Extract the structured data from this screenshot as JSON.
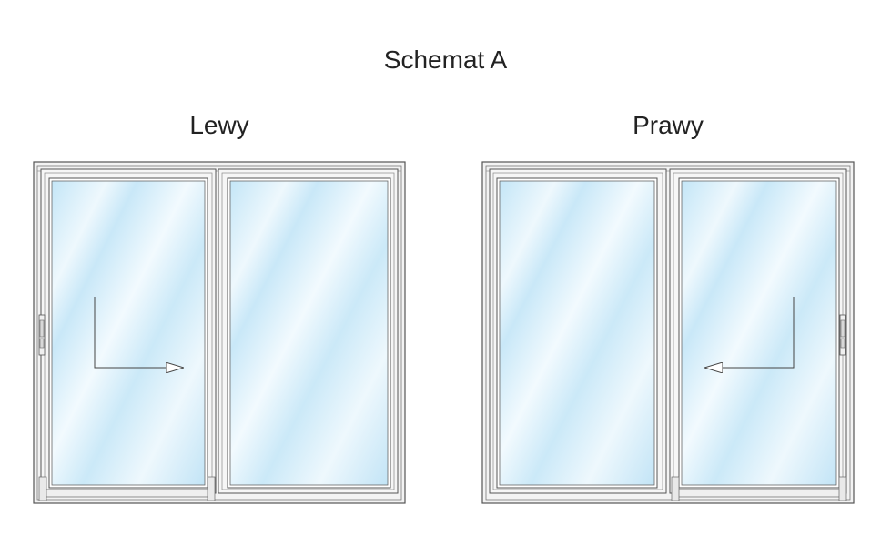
{
  "title": "Schemat A",
  "variants": [
    {
      "label": "Lewy"
    },
    {
      "label": "Prawy"
    }
  ],
  "colors": {
    "frame": "#f3f3f3",
    "frame_stroke": "#555555",
    "glass_light": "#eaf6fc",
    "glass_blue": "#bfe3f6",
    "arrow": "#444444"
  }
}
